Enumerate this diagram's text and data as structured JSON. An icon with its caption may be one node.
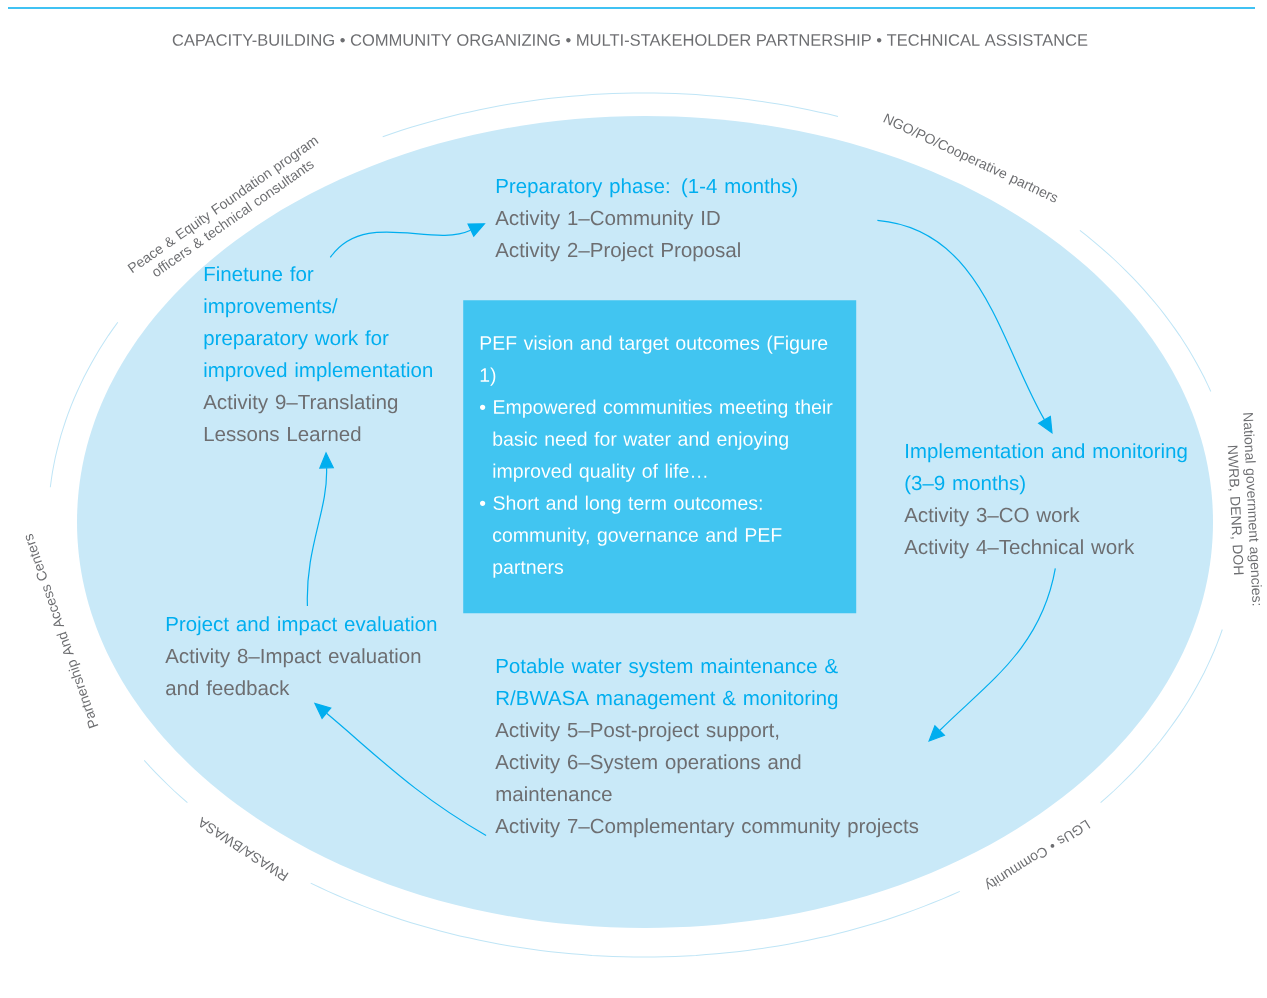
{
  "diagram": {
    "nodes": [
      {
        "text": [
          "Preparatory phase: (1-4 months)",
          "Activity 1–Community ID",
          "Activity 2–Project Proposal"
        ]
      },
      {
        "text": [
          "Implementation and monitoring (3–9 months)",
          "Activity 3–CO work",
          "Activity 4–Technical work"
        ]
      },
      {
        "text": [
          "Potable water system maintenance & R/BWASA management & monitoring",
          "Activity 5–Post-project support,",
          "Activity 6–System operations and maintenance",
          "Activity 7–Complementary community projects"
        ]
      },
      {
        "text": [
          "Project and impact evaluation",
          "Activity 8–Impact evaluation and feedback"
        ]
      },
      {
        "text": [
          "Finetune for improvements/ preparatory work for improved implementation",
          "Activity 9–Translating Lessons Learned"
        ]
      },
      {
        "text": [
          "PEF vision and target outcomes (Figure 1)",
          "• Empowered communities meeting their basic need for water and enjoying improved quality of life…",
          "• Short and long term outcomes: community, governance and PEF partners"
        ]
      }
    ],
    "edges": [
      {
        "from": 0,
        "to": 1,
        "arrow": "to"
      },
      {
        "from": 1,
        "to": 2,
        "arrow": "to"
      },
      {
        "from": 2,
        "to": 3,
        "arrow": "to"
      },
      {
        "from": 3,
        "to": 4,
        "arrow": "to"
      },
      {
        "from": 4,
        "to": 0,
        "arrow": "to"
      }
    ],
    "labels": [
      "CAPACITY-BUILDING • COMMUNITY ORGANIZING • MULTI-STAKEHOLDER PARTNERSHIP • TECHNICAL ASSISTANCE",
      "Peace & Equity Foundation program officers & technical consultants",
      "NGO/PO/Cooperative partners",
      "National government agencies: NWRB, DENR, DOH",
      "LGUs • Community",
      "RWASA/BWASA",
      "Partnership And Access Centers"
    ]
  }
}
